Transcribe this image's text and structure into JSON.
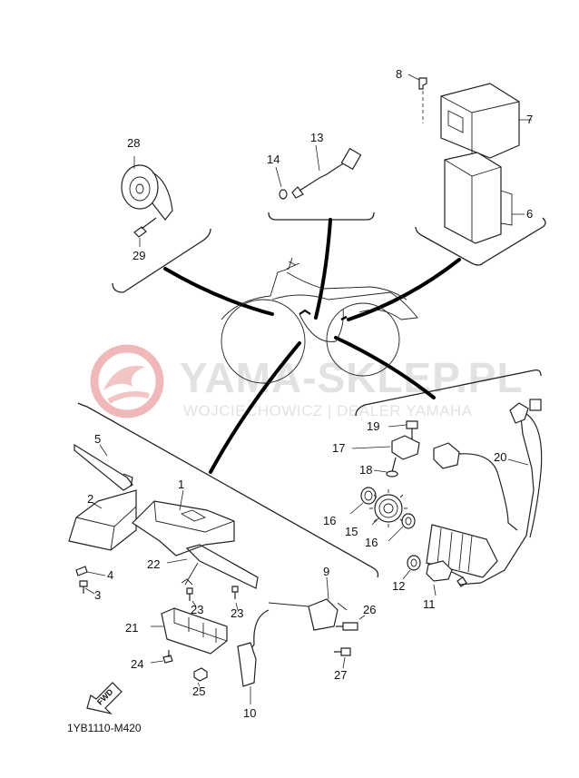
{
  "watermark": {
    "brand": "YAMA-SKLEP.PL",
    "dealer": "WOJCIECHOWICZ | DEALER YAMAHA",
    "accent_color": "#e8a0a0"
  },
  "diagram_code": "1YB1110-M420",
  "fwd_label": "FWD",
  "parts": {
    "p1": "1",
    "p2": "2",
    "p3": "3",
    "p4": "4",
    "p5": "5",
    "p6": "6",
    "p7": "7",
    "p8": "8",
    "p9": "9",
    "p10": "10",
    "p11": "11",
    "p12": "12",
    "p13": "13",
    "p14": "14",
    "p15": "15",
    "p16a": "16",
    "p16b": "16",
    "p17": "17",
    "p18": "18",
    "p19": "19",
    "p20": "20",
    "p21": "21",
    "p22": "22",
    "p23a": "23",
    "p23b": "23",
    "p24": "24",
    "p25": "25",
    "p26": "26",
    "p27": "27",
    "p28": "28",
    "p29": "29"
  }
}
